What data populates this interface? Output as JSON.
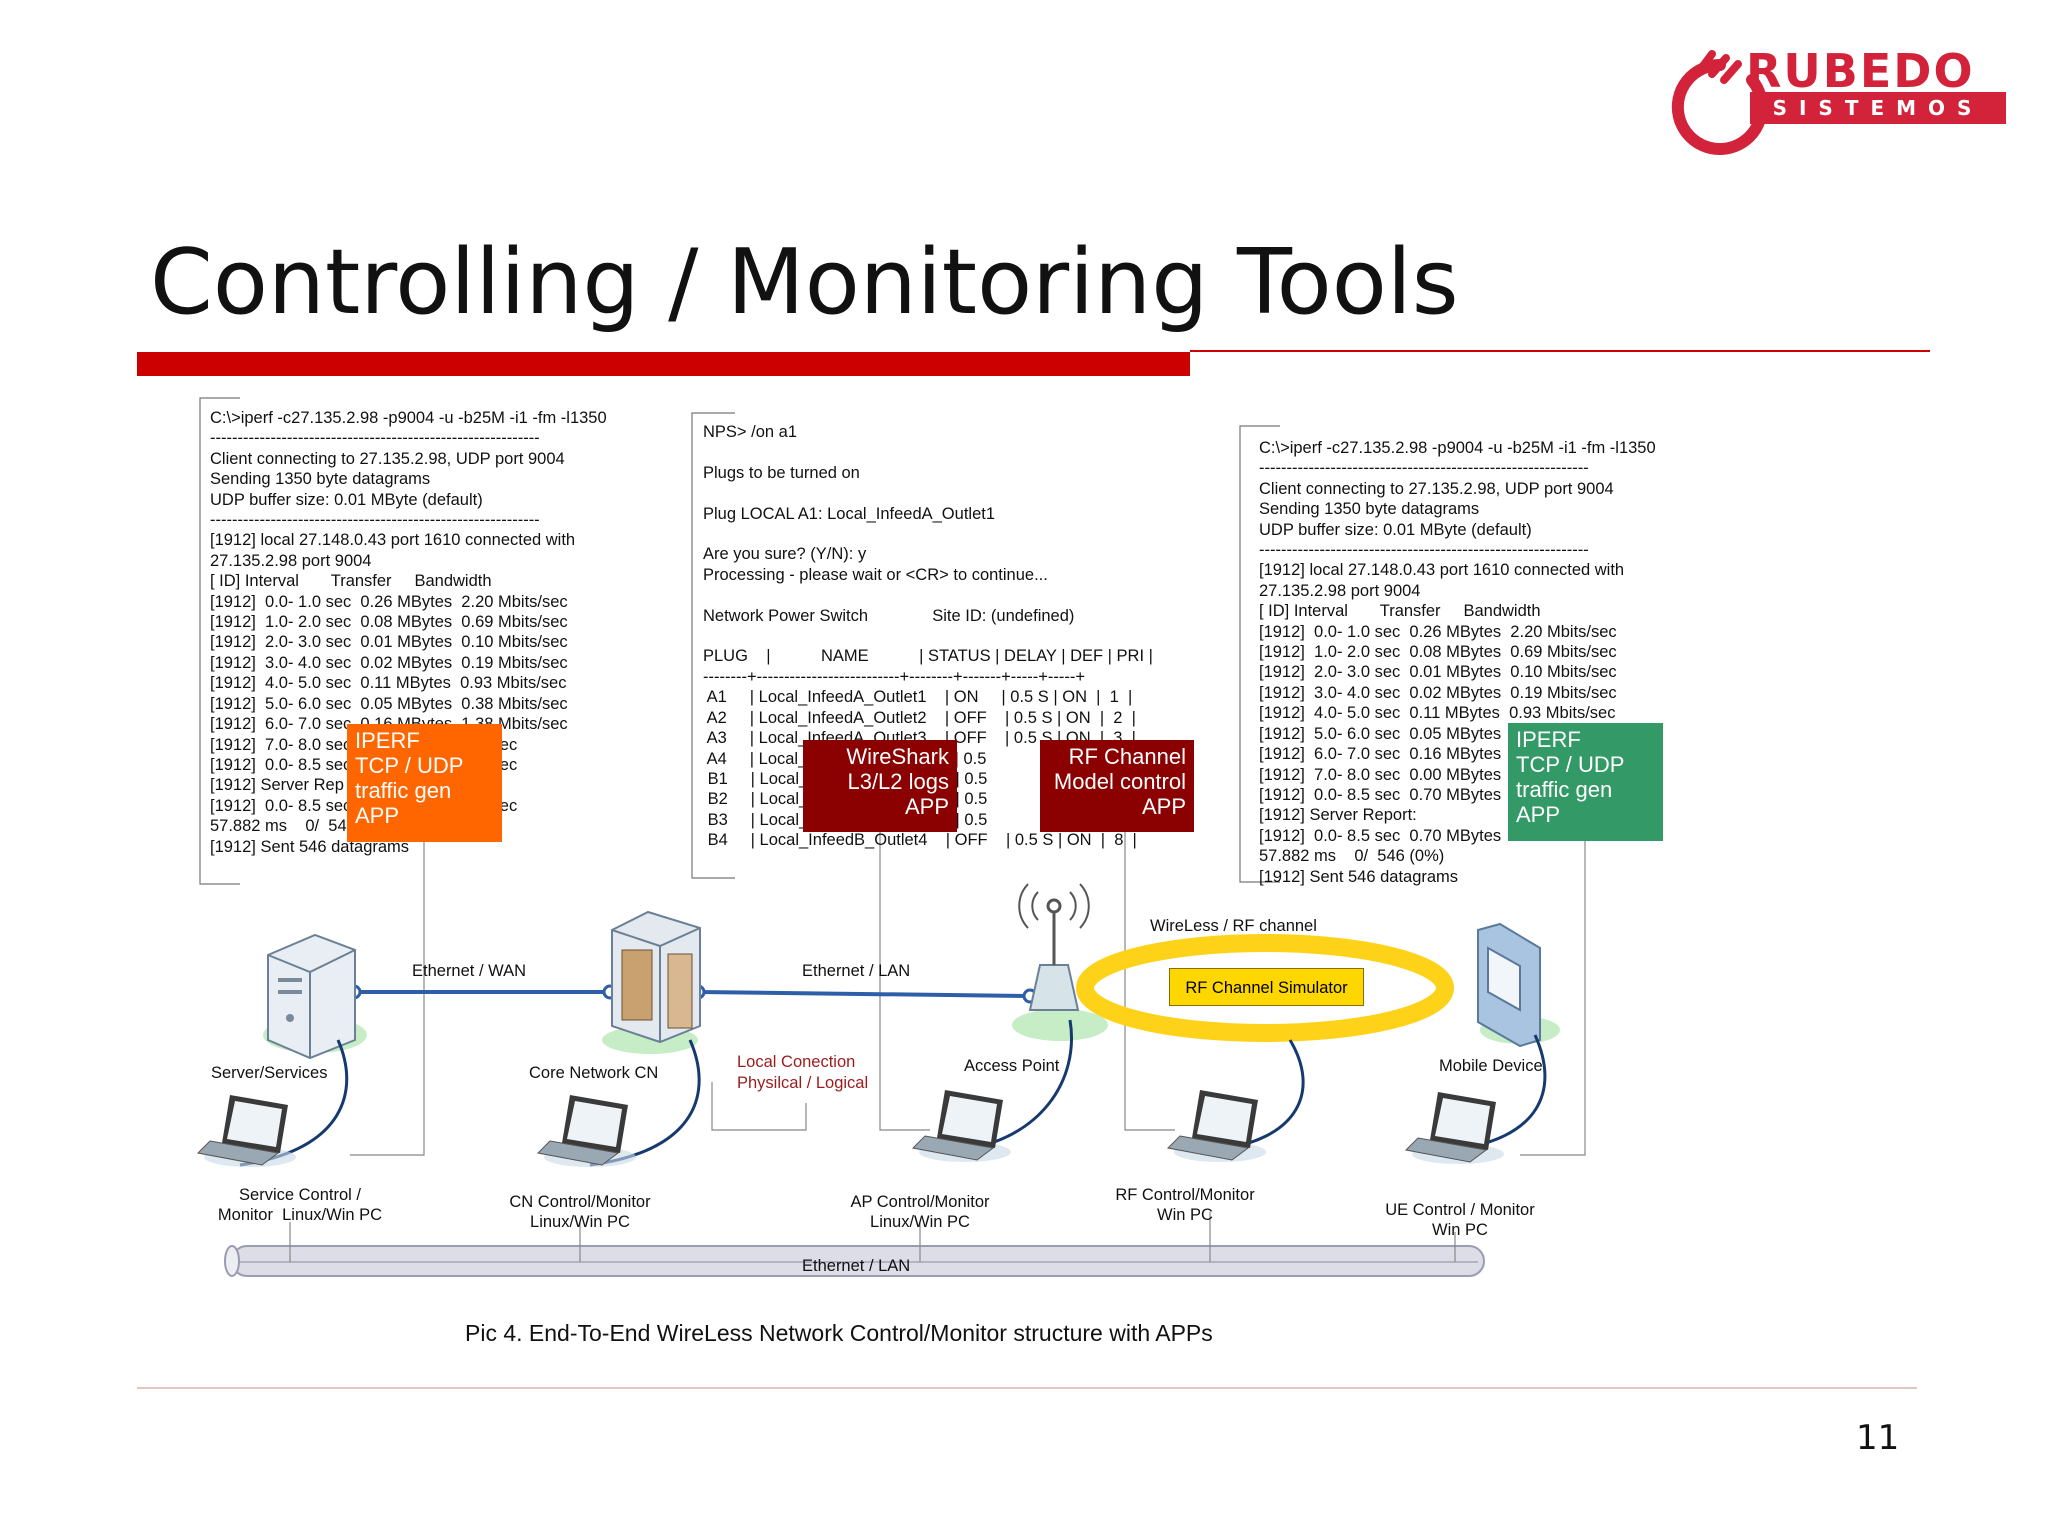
{
  "slide": {
    "title": "Controlling / Monitoring Tools",
    "page_number": "11",
    "accent_color": "#cc0000"
  },
  "logo": {
    "name": "RUBEDO",
    "sub": "SISTEMOS",
    "color": "#d3233a"
  },
  "terminals": {
    "iperf_left": "C:\\>iperf -c27.135.2.98 -p9004 -u -b25M -i1 -fm -l1350\n------------------------------------------------------------\nClient connecting to 27.135.2.98, UDP port 9004\nSending 1350 byte datagrams\nUDP buffer size: 0.01 MByte (default)\n------------------------------------------------------------\n[1912] local 27.148.0.43 port 1610 connected with\n27.135.2.98 port 9004\n[ ID] Interval       Transfer     Bandwidth\n[1912]  0.0- 1.0 sec  0.26 MBytes  2.20 Mbits/sec\n[1912]  1.0- 2.0 sec  0.08 MBytes  0.69 Mbits/sec\n[1912]  2.0- 3.0 sec  0.01 MBytes  0.10 Mbits/sec\n[1912]  3.0- 4.0 sec  0.02 MBytes  0.19 Mbits/sec\n[1912]  4.0- 5.0 sec  0.11 MBytes  0.93 Mbits/sec\n[1912]  5.0- 6.0 sec  0.05 MBytes  0.38 Mbits/sec\n[1912]  6.0- 7.0 sec  0.16 MBytes  1.38 Mbits/sec\n[1912]  7.0- 8.0 sec                     Mbits/sec\n[1912]  0.0- 8.5 sec                     Mbits/sec\n[1912] Server Rep\n[1912]  0.0- 8.5 sec                     Mbits/sec\n57.882 ms    0/  54\n[1912] Sent 546 datagrams",
    "nps": "NPS> /on a1\n\nPlugs to be turned on\n\nPlug LOCAL A1: Local_InfeedA_Outlet1\n\nAre you sure? (Y/N): y\nProcessing - please wait or <CR> to continue...\n\nNetwork Power Switch              Site ID: (undefined)\n\nPLUG    |           NAME           | STATUS | DELAY | DEF | PRI |\n--------+--------------------------+--------+-------+-----+-----+\n A1     | Local_InfeedA_Outlet1    | ON     | 0.5 S | ON  |  1  |\n A2     | Local_InfeedA_Outlet2    | OFF    | 0.5 S | ON  |  2  |\n A3     | Local_InfeedA_Outlet3    | OFF    | 0.5 S | ON  |  3  |\n A4     | Local_                   | OFF    | 0.5\n B1     | Local_                   | OFF    | 0.5\n B2     | Local_                   | OFF    | 0.5\n B3     | Local_                   | OFF    | 0.5\n B4     | Local_InfeedB_Outlet4    | OFF    | 0.5 S | ON  |  8  |",
    "iperf_right": "C:\\>iperf -c27.135.2.98 -p9004 -u -b25M -i1 -fm -l1350\n------------------------------------------------------------\nClient connecting to 27.135.2.98, UDP port 9004\nSending 1350 byte datagrams\nUDP buffer size: 0.01 MByte (default)\n------------------------------------------------------------\n[1912] local 27.148.0.43 port 1610 connected with\n27.135.2.98 port 9004\n[ ID] Interval       Transfer     Bandwidth\n[1912]  0.0- 1.0 sec  0.26 MBytes  2.20 Mbits/sec\n[1912]  1.0- 2.0 sec  0.08 MBytes  0.69 Mbits/sec\n[1912]  2.0- 3.0 sec  0.01 MBytes  0.10 Mbits/sec\n[1912]  3.0- 4.0 sec  0.02 MBytes  0.19 Mbits/sec\n[1912]  4.0- 5.0 sec  0.11 MBytes  0.93 Mbits/sec\n[1912]  5.0- 6.0 sec  0.05 MBytes\n[1912]  6.0- 7.0 sec  0.16 MBytes\n[1912]  7.0- 8.0 sec  0.00 MBytes\n[1912]  0.0- 8.5 sec  0.70 MBytes\n[1912] Server Report:\n[1912]  0.0- 8.5 sec  0.70 MBytes\n57.882 ms    0/  546 (0%)\n[1912] Sent 546 datagrams"
  },
  "apps": {
    "iperf_left": {
      "text": "IPERF\nTCP / UDP\ntraffic gen\nAPP",
      "color": "#ff6600"
    },
    "wireshark": {
      "text": "WireShark\nL3/L2 logs\nAPP",
      "color": "#8b0000"
    },
    "rf_channel": {
      "text": "RF Channel\nModel control\nAPP",
      "color": "#8b0000"
    },
    "iperf_right": {
      "text": "IPERF\nTCP / UDP\ntraffic gen\nAPP",
      "color": "#339966"
    }
  },
  "links": {
    "ethernet_wan": "Ethernet / WAN",
    "ethernet_lan_top": "Ethernet / LAN",
    "wireless_rf": "WireLess / RF channel",
    "rf_simulator": "RF Channel Simulator",
    "ethernet_lan_bottom": "Ethernet / LAN",
    "local_connection": "Local Conection\nPhysilcal / Logical"
  },
  "nodes": {
    "server": "Server/Services",
    "core": "Core Network CN",
    "access_point": "Access Point",
    "mobile": "Mobile Device"
  },
  "pcs": {
    "service": "Service Control /\nMonitor  Linux/Win PC",
    "cn": "CN Control/Monitor\nLinux/Win PC",
    "ap": "AP Control/Monitor\nLinux/Win PC",
    "rf": "RF Control/Monitor\nWin PC",
    "ue": "UE Control / Monitor\nWin PC"
  },
  "caption": "Pic 4. End-To-End WireLess Network Control/Monitor structure with APPs"
}
